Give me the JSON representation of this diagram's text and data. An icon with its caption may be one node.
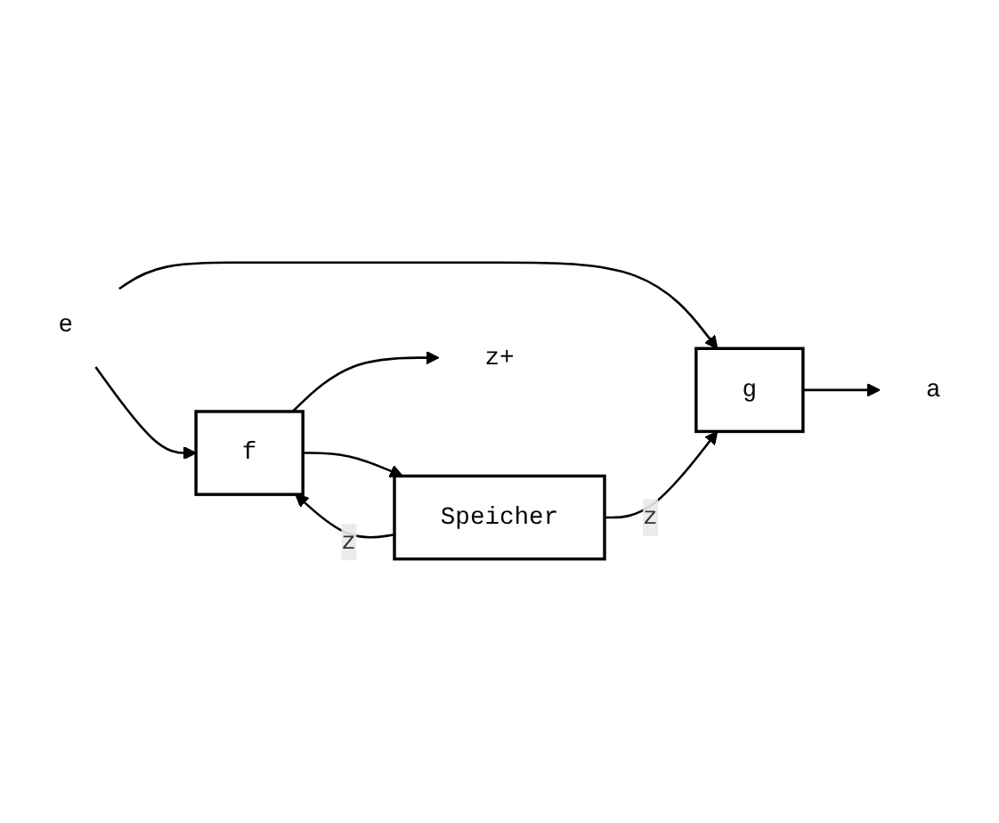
{
  "diagram": {
    "nodes": [
      {
        "text": [
          "e"
        ]
      },
      {
        "text": [
          "f"
        ]
      },
      {
        "text": [
          "Speicher"
        ]
      },
      {
        "text": [
          "g"
        ]
      },
      {
        "text": [
          "z+"
        ]
      },
      {
        "text": [
          "a"
        ]
      }
    ],
    "edges": [
      {
        "from": 0,
        "to": 1,
        "arrow": "to"
      },
      {
        "from": 0,
        "to": 3,
        "arrow": "to"
      },
      {
        "from": 1,
        "to": 4,
        "arrow": "to"
      },
      {
        "from": 1,
        "to": 2,
        "arrow": "to"
      },
      {
        "from": 2,
        "to": 1,
        "label": "z",
        "arrow": "to"
      },
      {
        "from": 2,
        "to": 3,
        "label": "z",
        "arrow": "to"
      },
      {
        "from": 3,
        "to": 5,
        "arrow": "to"
      }
    ]
  }
}
